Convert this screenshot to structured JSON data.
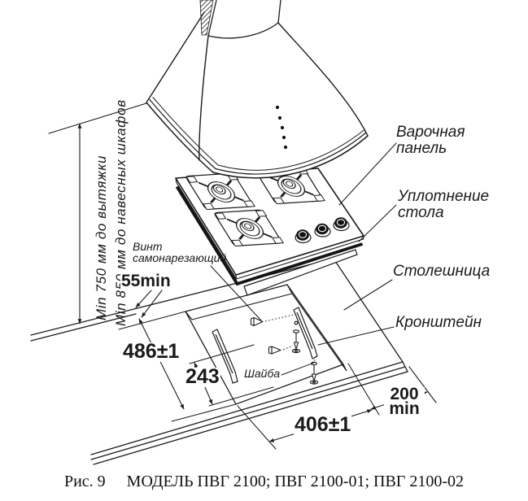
{
  "figure": {
    "caption_prefix": "Рис. 9",
    "caption_text": "МОДЕЛЬ ПВГ 2100; ПВГ 2100-01; ПВГ 2100-02"
  },
  "clearances": {
    "to_hood": "Min 750 мм до вытяжки",
    "to_cabinets": "Min 850 мм до навесных шкафов"
  },
  "dimensions": {
    "edge_offset": "55min",
    "cutout_depth": "486±1",
    "bracket_spacing": "243",
    "cutout_width": "406±1",
    "side_clearance_value": "200",
    "side_clearance_unit": "min"
  },
  "part_labels": {
    "hob_line1": "Варочная",
    "hob_line2": "панель",
    "seal_line1": "Уплотнение",
    "seal_line2": "стола",
    "countertop": "Столешница",
    "bracket": "Кронштейн",
    "screw_line1": "Винт",
    "screw_line2": "самонарезающий",
    "washer": "Шайба"
  },
  "colors": {
    "line": "#1c1c1c",
    "background": "#ffffff"
  }
}
